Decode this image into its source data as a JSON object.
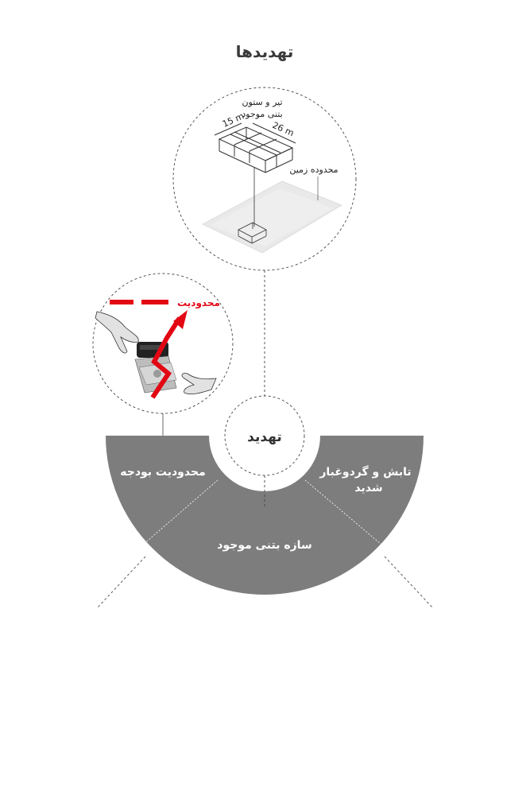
{
  "title": "تهدیدها",
  "center_label": "تهدید",
  "segments": {
    "left": "محدودیت بودجه",
    "right_line1": "تابش و گردوغبار",
    "right_line2": "شدید",
    "bottom": "سازه بتنی موجود"
  },
  "top_circle": {
    "structure_line1": "تیر و ستون",
    "structure_line2": "بتنی موجود",
    "dim_short": "15 m",
    "dim_long": "26 m",
    "land_label": "محدوده زمین"
  },
  "left_circle": {
    "limit_label": "محدودیت"
  },
  "colors": {
    "gray_arc": "#7d7d7d",
    "accent_red": "#e30613"
  }
}
